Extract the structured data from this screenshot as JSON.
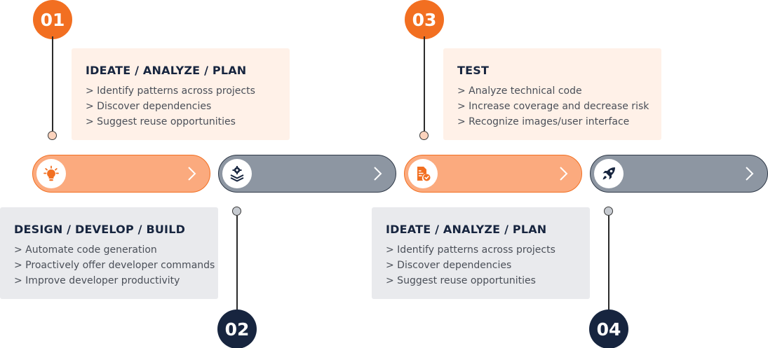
{
  "steps": [
    {
      "number": "01",
      "icon": "lightbulb-icon",
      "title": "IDEATE / ANALYZE / PLAN",
      "items": [
        "> Identify patterns across projects",
        "> Discover dependencies",
        "> Suggest reuse opportunities"
      ]
    },
    {
      "number": "02",
      "icon": "layers-gear-icon",
      "title": "DESIGN / DEVELOP / BUILD",
      "items": [
        "> Automate code generation",
        "> Proactively offer developer commands",
        "> Improve developer productivity"
      ]
    },
    {
      "number": "03",
      "icon": "document-check-icon",
      "title": "TEST",
      "items": [
        "> Analyze technical code",
        "> Increase coverage and decrease risk",
        "> Recognize images/user interface"
      ]
    },
    {
      "number": "04",
      "icon": "rocket-icon",
      "title": "IDEATE / ANALYZE / PLAN",
      "items": [
        "> Identify patterns across projects",
        "> Discover dependencies",
        "> Suggest reuse opportunities"
      ]
    }
  ],
  "colors": {
    "orange": "#f26f21",
    "orange_light": "#fbaa7e",
    "orange_card": "#fff1e8",
    "navy": "#17253f",
    "grey": "#8d96a2",
    "grey_card": "#e9eaed"
  }
}
